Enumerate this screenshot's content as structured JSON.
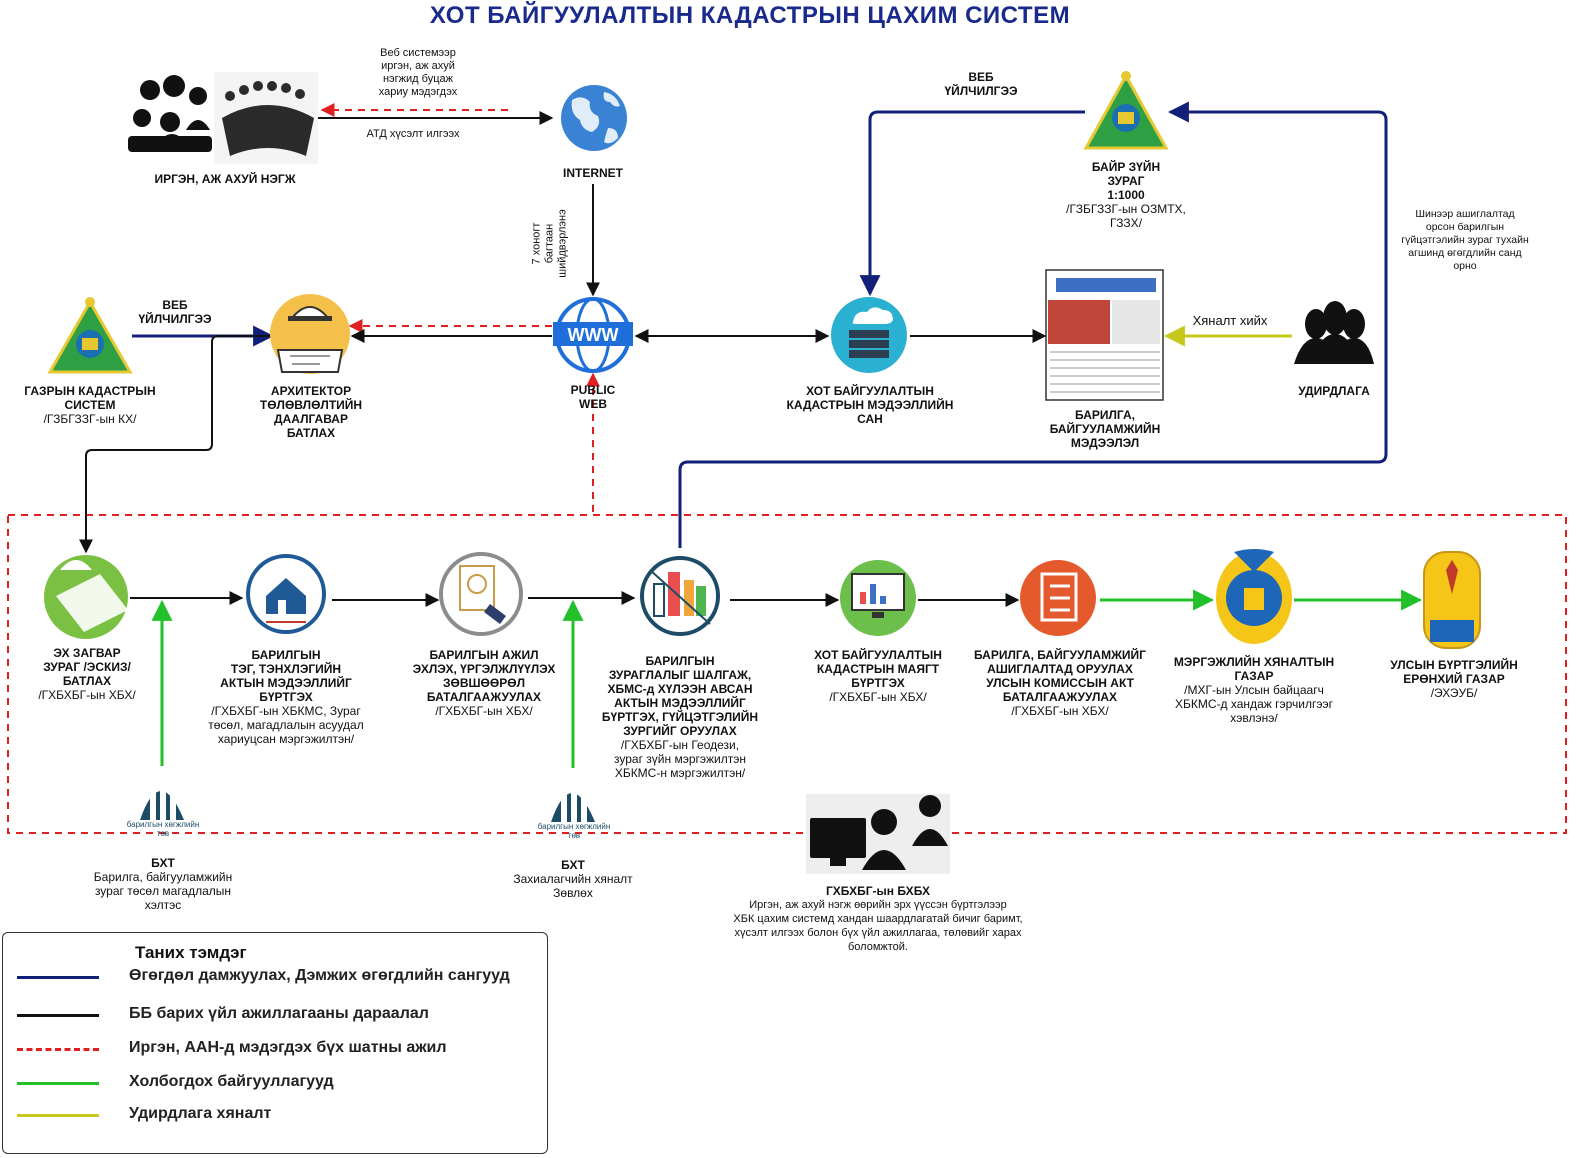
{
  "title": "ХОТ БАЙГУУЛАЛТЫН КАДАСТРЫН ЦАХИМ СИСТЕМ",
  "colors": {
    "data_flow": "#13207a",
    "process_flow": "#111111",
    "citizen_flow": "#e02020",
    "related_org": "#22c02a",
    "management": "#c8c81a"
  },
  "top_nodes": {
    "citizens": {
      "label": "ИРГЭН, АЖ АХУЙ НЭГЖ",
      "icon": "people-icon"
    },
    "internet": {
      "label": "INTERNET",
      "icon": "globe-icon"
    },
    "public_web": {
      "label": "PUBLIC\nWEB",
      "icon": "www-icon"
    },
    "architect": {
      "label": "АРХИТЕКТОР\nТӨЛӨВЛӨЛТИЙН\nДААЛГАВАР\nБАТЛАХ",
      "icon": "architect-icon"
    },
    "land_cadastre": {
      "label": "ГАЗРЫН КАДАСТРЫН\nСИСТЕМ",
      "note": "/ГЗБГЗЗГ-ын КХ/",
      "icon": "emblem-icon"
    },
    "database": {
      "label": "ХОТ БАЙГУУЛАЛТЫН\nКАДАСТРЫН МЭДЭЭЛЛИЙН\nСАН",
      "icon": "cloud-server-icon"
    },
    "building_info": {
      "label": "БАРИЛГА,\nБАЙГУУЛАМЖИЙН\nМЭДЭЭЛЭЛ",
      "icon": "document-icon"
    },
    "management": {
      "label": "УДИРДЛАГА",
      "icon": "managers-icon"
    },
    "topo_map": {
      "label": "БАЙР ЗҮЙН\nЗУРАГ\n1:1000",
      "note": "/ГЗБГЗЗГ-ын ОЗМТХ,\nГЗЗХ/",
      "icon": "emblem-icon"
    }
  },
  "edge_labels": {
    "web_return": "Веб системээр\nиргэн, аж ахуй\nнэгжид буцаж\nхариу мэдэгдэх",
    "atd_request": "АТД хүсэлт илгээх",
    "seven_days": "7 хоногт\nбагтаан\nшийдвэрлэнэ",
    "web_service_left": "ВЕБ\nҮЙЛЧИЛГЭЭ",
    "web_service_right": "ВЕБ\nҮЙЛЧИЛГЭЭ",
    "monitoring": "Хяналт хийх",
    "new_building_note": "Шинээр ашиглалтад\nорсон барилгын\nгүйцэтгэлийн зураг тухайн\nагшинд өгөгдлийн санд\nорно"
  },
  "process_steps": [
    {
      "label": "ЭХ ЗАГВАР\nЗУРАГ /ЭСКИЗ/\nБАТЛАХ",
      "note": "/ГХБХБГ-ын ХБХ/",
      "icon": "blueprint-icon"
    },
    {
      "label": "БАРИЛГЫН\nТЭГ, ТЭНХЛЭГИЙН\nАКТЫН МЭДЭЭЛЛИЙГ\nБҮРТГЭХ",
      "note": "/ГХБХБГ-ын ХБКМС, Зураг\nтөсөл, магадлалын асуудал\nхариуцсан мэргэжилтэн/",
      "icon": "house-icon"
    },
    {
      "label": "БАРИЛГЫН АЖИЛ\nЭХЛЭХ, ҮРГЭЛЖЛҮҮЛЭХ\nЗӨВШӨӨРӨЛ\nБАТАЛГААЖУУЛАХ",
      "note": "/ГХБХБГ-ын ХБХ/",
      "icon": "stamp-icon"
    },
    {
      "label": "БАРИЛГЫН\nЗУРАГЛАЛЫГ ШАЛГАЖ,\nХБМС-д ХҮЛЭЭН АВСАН\nАКТЫН МЭДЭЭЛЛИЙГ\nБҮРТГЭХ, ГҮЙЦЭТГЭЛИЙН\nЗУРГИЙГ ОРУУЛАХ",
      "note": "/ГХБХБГ-ын Геодези,\nзураг зүйн мэргэжилтэн\nХБКМС-н мэргэжилтэн/",
      "icon": "city-icon"
    },
    {
      "label": "ХОТ БАЙГУУЛАЛТЫН\nКАДАСТРЫН МАЯГТ\nБҮРТГЭХ",
      "note": "/ГХБХБГ-ын ХБХ/",
      "icon": "monitor-chart-icon"
    },
    {
      "label": "БАРИЛГА, БАЙГУУЛАМЖИЙГ\nАШИГЛАЛТАД ОРУУЛАХ\nУЛСЫН КОМИССЫН АКТ\nБАТАЛГААЖУУЛАХ",
      "note": "/ГХБХБГ-ын ХБХ/",
      "icon": "checklist-icon"
    },
    {
      "label": "МЭРГЭЖЛИЙН ХЯНАЛТЫН\nГАЗАР",
      "note": "/МХГ-ын Улсын байцаагч\nХБКМС-д хандаж гэрчилгээг\nхэвлэнэ/",
      "icon": "inspection-emblem-icon"
    },
    {
      "label": "УЛСЫН БҮРТГЭЛИЙН\nЕРӨНХИЙ ГАЗАР",
      "note": "/ЭХЭУБ/",
      "icon": "registry-emblem-icon"
    }
  ],
  "support_orgs": [
    {
      "label": "БХТ",
      "note": "Барилга, байгууламжийн\nзураг төсөл магадлалын\nхэлтэс",
      "icon": "bht-logo-icon",
      "logo_text": "барилгын хөгжлийн төв"
    },
    {
      "label": "БХТ",
      "note": "Захиалагчийн хяналт\nЗөвлөх",
      "icon": "bht-logo-icon",
      "logo_text": "барилгын хөгжлийн төв"
    },
    {
      "label": "ГХБХБГ-ын БХБХ",
      "note": "Иргэн, аж ахуй нэгж өөрийн эрх үүссэн бүртгэлээр\nХБК цахим системд хандан шаардлагатай бичиг баримт,\nхүсэлт илгээх болон бүх үйл ажиллагаа, төлөвийг  харах\nболомжтой.",
      "icon": "computer-users-icon"
    }
  ],
  "legend": {
    "title": "Таних тэмдэг",
    "items": [
      {
        "label": "Өгөгдөл дамжуулах, Дэмжих өгөгдлийн сангууд",
        "color": "#13207a",
        "style": "solid"
      },
      {
        "label": "ББ барих үйл ажиллагааны дараалал",
        "color": "#111111",
        "style": "solid"
      },
      {
        "label": "Иргэн, ААН-д мэдэгдэх бүх шатны ажил",
        "color": "#e02020",
        "style": "dashed"
      },
      {
        "label": "Холбогдох байгууллагууд",
        "color": "#22c02a",
        "style": "solid"
      },
      {
        "label": "Удирдлага хяналт",
        "color": "#c8c81a",
        "style": "solid"
      }
    ]
  }
}
